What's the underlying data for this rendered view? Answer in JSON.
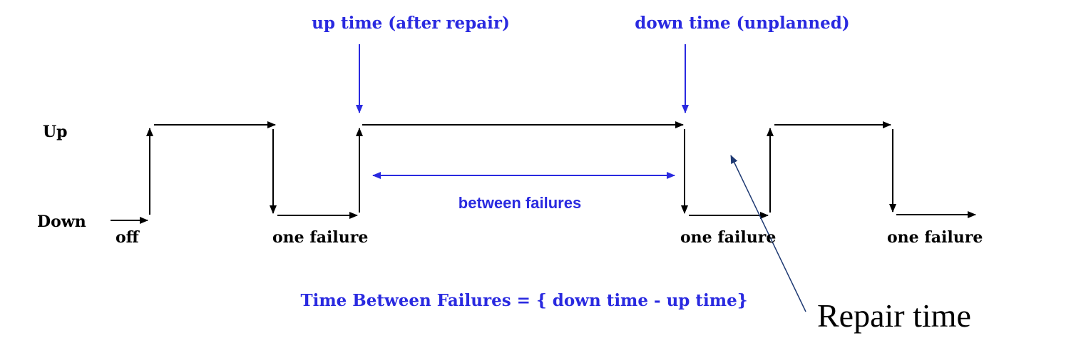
{
  "labels": {
    "up_time": "up time (after repair)",
    "down_time": "down time (unplanned)",
    "state_up": "Up",
    "state_down": "Down",
    "off": "off",
    "failure_1": "one failure",
    "failure_2": "one failure",
    "failure_3": "one failure",
    "between": "between failures",
    "formula": "Time Between Failures = { down time - up time}",
    "repair": "Repair time"
  },
  "colors": {
    "signal": "#000000",
    "annotation": "#2a2ae0",
    "pointer": "#1f3a73"
  }
}
